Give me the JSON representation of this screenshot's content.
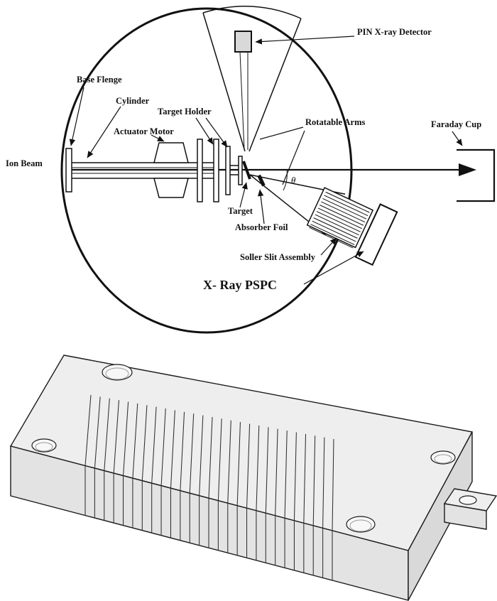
{
  "figure": {
    "schematic": {
      "labels": {
        "ion_beam": "Ion Beam",
        "base_flange": "Base Flenge",
        "cylinder": "Cylinder",
        "actuator_motor": "Actuator Motor",
        "target_holder": "Target Holder",
        "pin_detector": "PIN X-ray Detector",
        "rotatable_arms": "Rotatable Arms",
        "faraday_cup": "Faraday Cup",
        "target": "Target",
        "absorber_foil": "Absorber Foil",
        "soller_slit": "Soller Slit Assembly",
        "pspc": "X- Ray PSPC",
        "theta": "θ"
      },
      "soller_hatch_count": 12
    },
    "isometric_plate": {
      "slit_count": 27
    },
    "colors": {
      "ink": "#111111",
      "plate_top": "#eeeeee",
      "plate_front": "#e3e3e3",
      "plate_side": "#d9d9d9",
      "background": "#ffffff"
    }
  }
}
